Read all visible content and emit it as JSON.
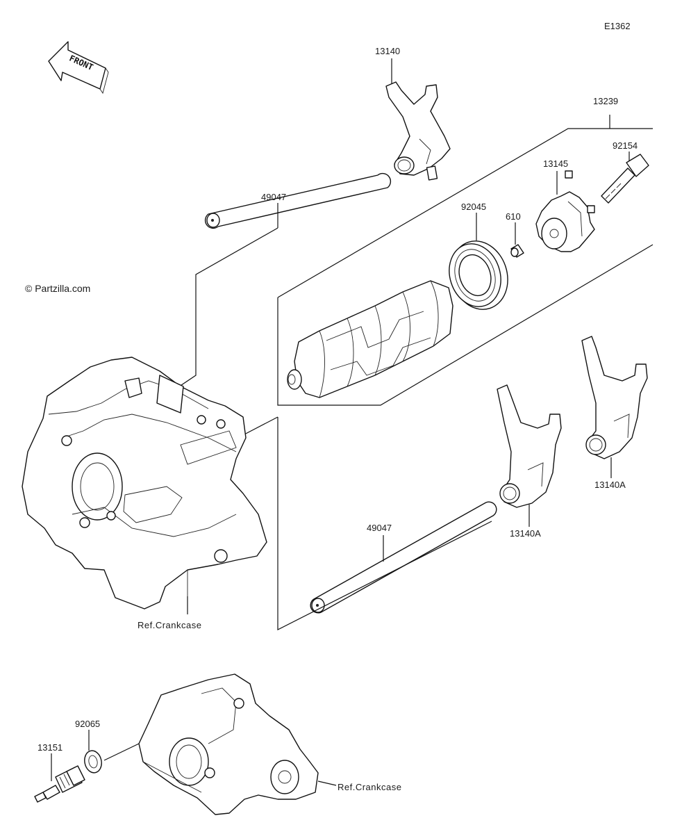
{
  "diagram_code": "E1362",
  "front_arrow_label": "FRONT",
  "copyright": "© Partzilla.com",
  "callouts": {
    "fork_top": "13140",
    "drum_assembly": "13239",
    "bolt": "92154",
    "holder": "13145",
    "bearing": "92045",
    "pin": "610",
    "shaft_upper": "49047",
    "shaft_lower": "49047",
    "fork_right": "13140A",
    "fork_middle": "13140A",
    "washer": "92065",
    "switch": "13151"
  },
  "references": {
    "crankcase_upper": "Ref.Crankcase",
    "crankcase_lower": "Ref.Crankcase"
  },
  "colors": {
    "line": "#111111",
    "background": "#ffffff"
  }
}
